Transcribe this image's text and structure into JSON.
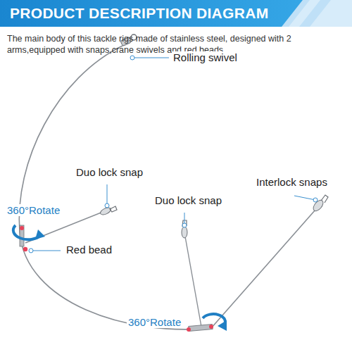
{
  "diagram": {
    "title": "PRODUCT DESCRIPTION DIAGRAM",
    "labels": [
      "The main body of this tackle rigs made of stainless steel, designed with 2 arms,equipped with snaps,crane swivels and red beads.",
      "Rolling swivel",
      "Duo lock snap",
      "360°Rotate",
      "Red bead",
      "Duo lock snap",
      "Interlock snaps",
      "360°Rotate"
    ]
  }
}
